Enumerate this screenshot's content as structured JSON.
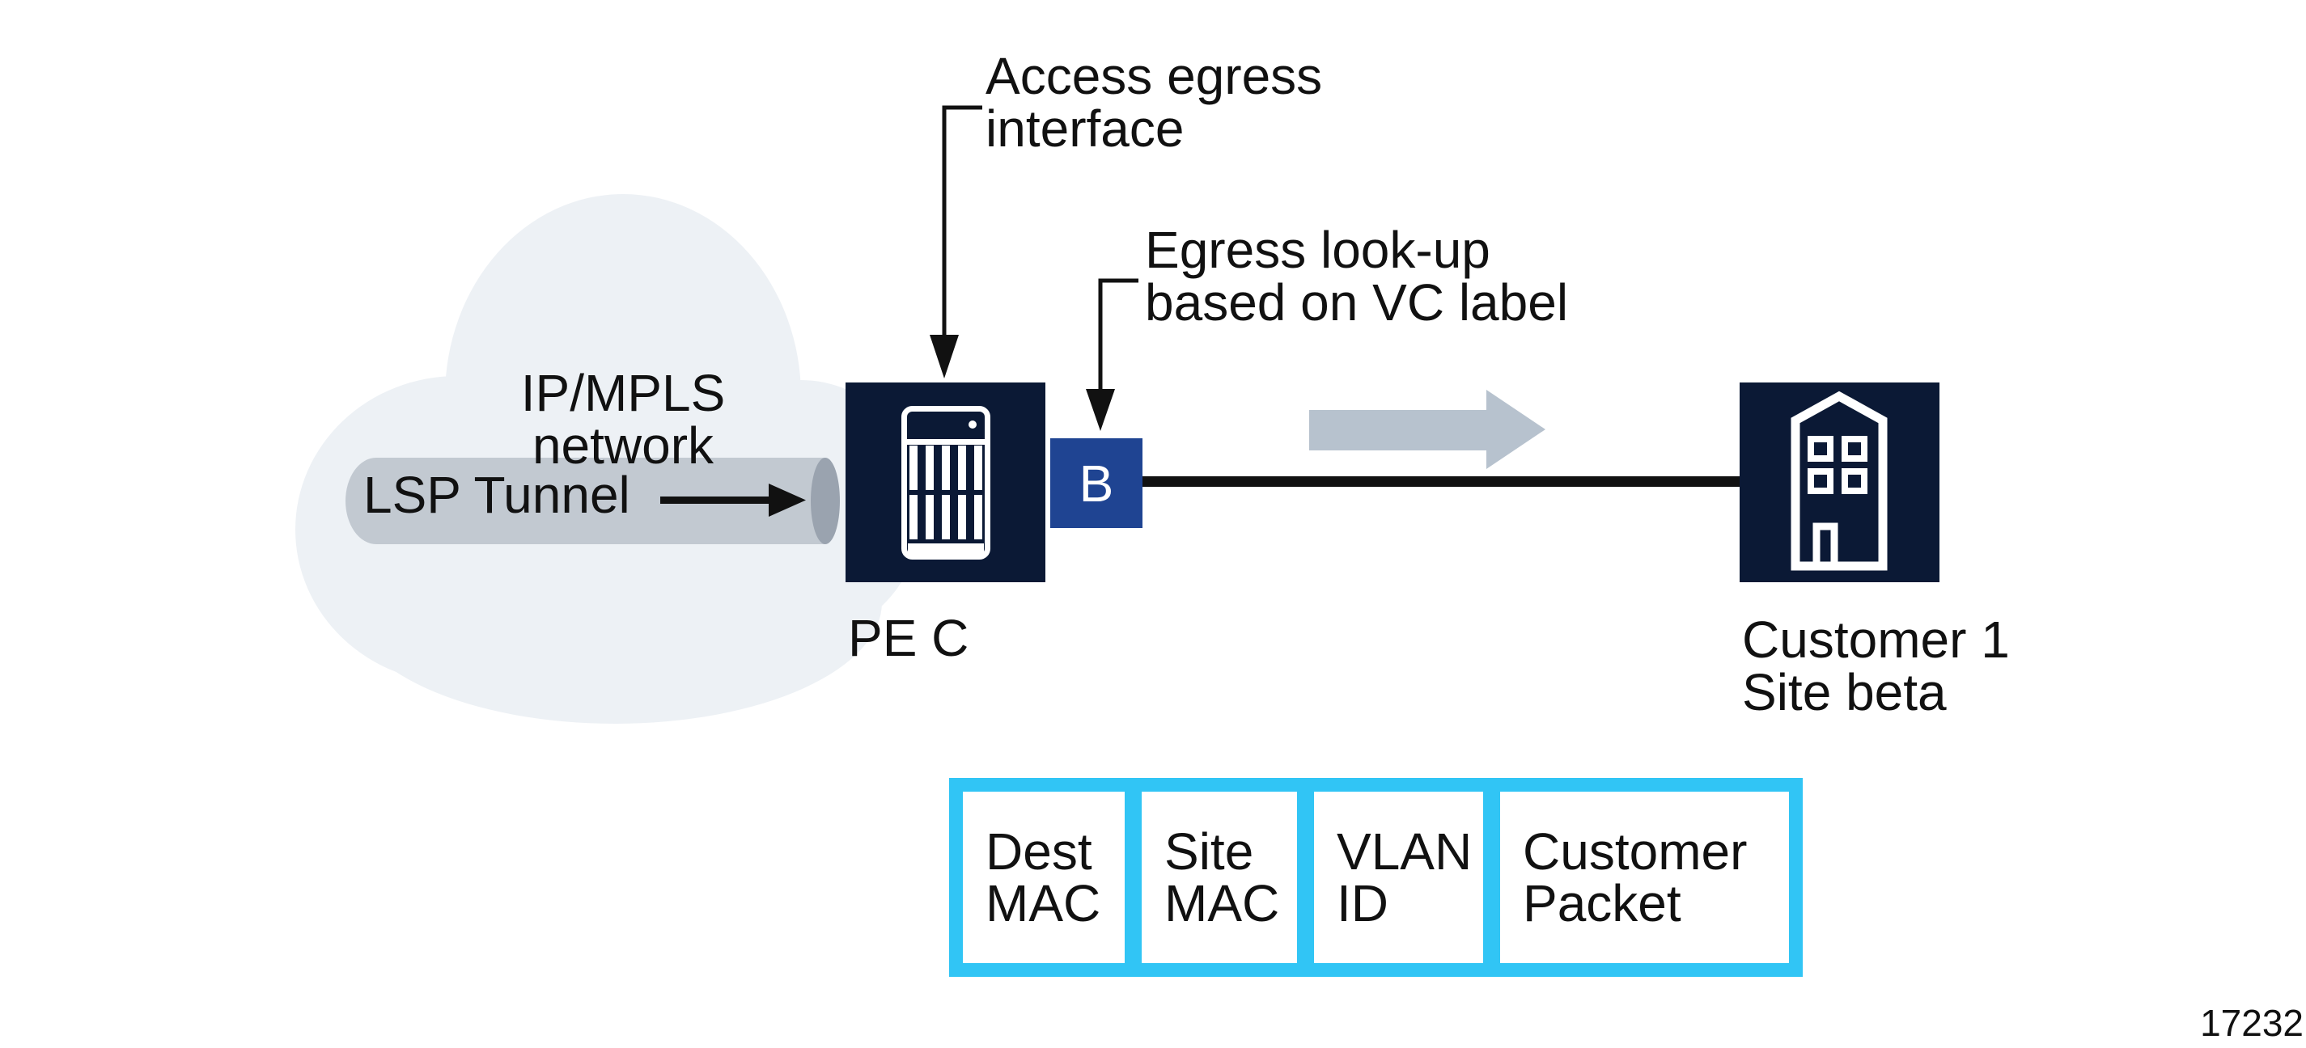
{
  "cloud": {
    "label": "IP/MPLS\nnetwork"
  },
  "tunnel": {
    "label": "LSP Tunnel"
  },
  "annotations": {
    "access_egress": "Access egress\ninterface",
    "egress_lookup": "Egress look-up\nbased on VC label"
  },
  "nodes": {
    "pe_router": {
      "label": "PE C"
    },
    "sap": {
      "label": "B"
    },
    "customer_site": {
      "label": "Customer 1\nSite beta"
    }
  },
  "packet": {
    "fields": [
      "Dest\nMAC",
      "Site\nMAC",
      "VLAN\nID",
      "Customer\nPacket"
    ]
  },
  "figure": {
    "number": "17232"
  },
  "colors": {
    "navy": "#0B1935",
    "blue": "#1F4492",
    "cyan": "#31C5F5",
    "cloud": "#EDF1F5",
    "cylinder": "#C2C9D1",
    "cylinderEnd": "#9AA3AF",
    "greyArrow": "#B7C2CE",
    "ink": "#111111"
  }
}
